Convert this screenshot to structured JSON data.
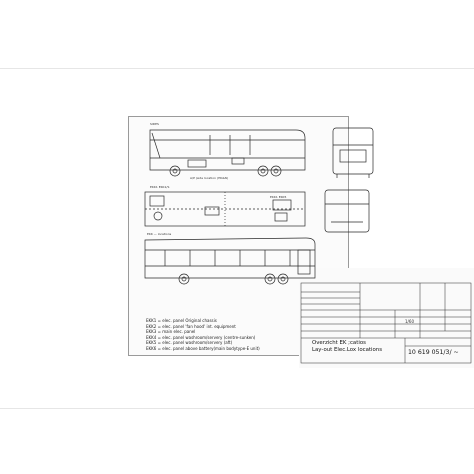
{
  "drawing": {
    "view_top_label": "SIDES",
    "view_bottom_label": "EKK — locations",
    "callout_top": "A/P (side location (HK&N)",
    "callout_mid": "EKK1 EKK1/S",
    "callout_mid2": "EKK1 EKK5",
    "legend": [
      "EKK1  =  elec. panel Original chassis",
      "EKK2  =  elec. panel 'fan hood' int. equipment",
      "EKK3  =  main elec. panel",
      "EKK4  =  elec. panel washroom/servery (centre-sunken)",
      "EKK5  =  elec. panel washroom/servery (aft)",
      "EKK6  =  elec. panel above battery(main bodytype-E unit)"
    ]
  },
  "title_block": {
    "scale": "1/60",
    "title_line1": "Overzicht EK  ;catios",
    "title_line2": "Lay-out Elec.Lox locations",
    "drawing_number": "10 619 051/3/  ~"
  },
  "colors": {
    "line": "#2a2a2a",
    "paper": "#fbfbfb"
  }
}
